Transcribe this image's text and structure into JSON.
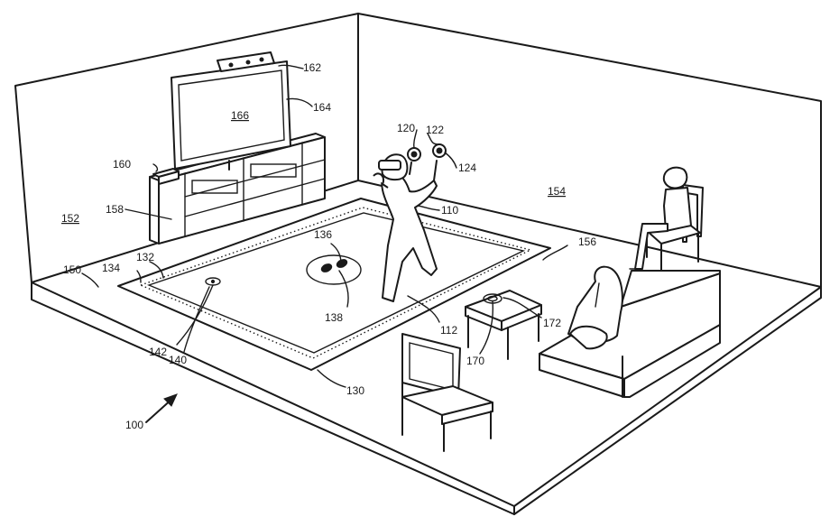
{
  "labels": {
    "l100": "100",
    "l110": "110",
    "l112": "112",
    "l120": "120",
    "l122": "122",
    "l124": "124",
    "l130": "130",
    "l132": "132",
    "l134": "134",
    "l136": "136",
    "l138": "138",
    "l140": "140",
    "l142": "142",
    "l150": "150",
    "l152": "152",
    "l154": "154",
    "l156": "156",
    "l158": "158",
    "l160": "160",
    "l162": "162",
    "l164": "164",
    "l166": "166",
    "l170": "170",
    "l172": "172"
  }
}
